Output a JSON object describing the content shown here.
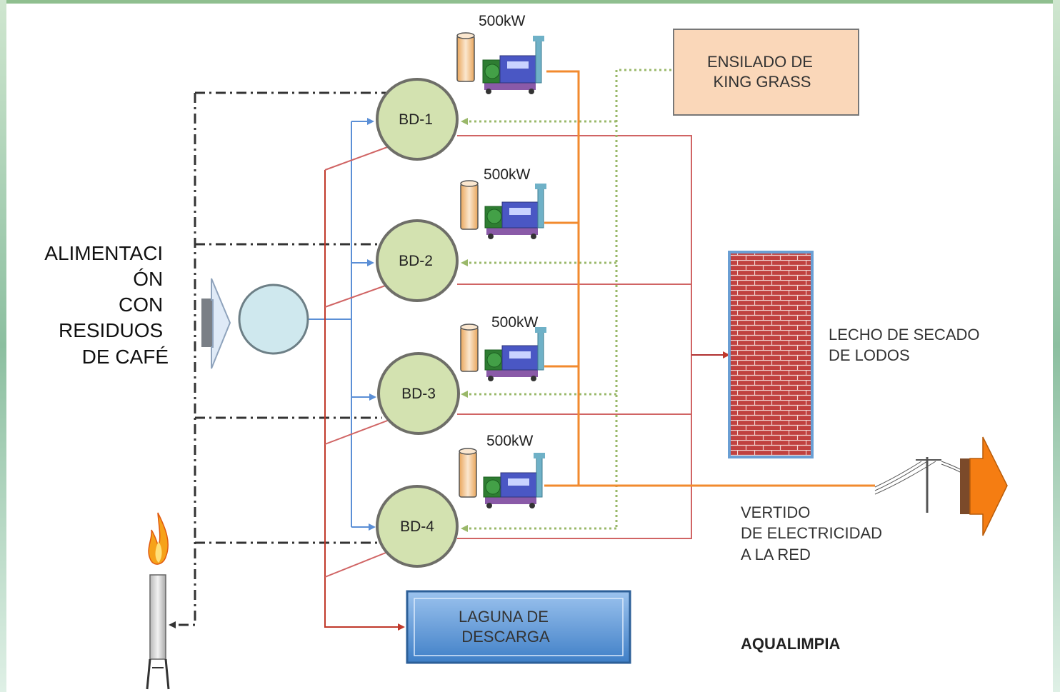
{
  "feed_label": [
    "ALIMENTACI",
    "ÓN",
    "CON",
    "RESIDUOS",
    "DE CAFÉ"
  ],
  "digesters": [
    {
      "label": "BD-1",
      "generator_power": "500kW"
    },
    {
      "label": "BD-2",
      "generator_power": "500kW"
    },
    {
      "label": "BD-3",
      "generator_power": "500kW"
    },
    {
      "label": "BD-4",
      "generator_power": "500kW"
    }
  ],
  "silage_box": {
    "lines": [
      "ENSILADO DE",
      "KING GRASS"
    ]
  },
  "drying_bed": {
    "lines": [
      "LECHO DE SECADO",
      "DE LODOS"
    ]
  },
  "lagoon": {
    "lines": [
      "LAGUNA DE",
      "DESCARGA"
    ]
  },
  "grid_export": {
    "lines": [
      "VERTIDO",
      "DE ELECTRICIDAD",
      "A LA RED"
    ]
  },
  "brand": "AQUALIMPIA",
  "colors": {
    "top_border": "#8fbf8f",
    "digester_fill": "#d3e2b0",
    "feed_tank_fill": "#cfe8ee",
    "silage_fill": "#fad7b9",
    "brick_fill": "#c0413f",
    "lagoon_fill": "#5f9ad8",
    "electric_line": "#f28a2e",
    "sludge_line": "#d06464",
    "feed_line": "#5b8fd6",
    "silage_line": "#9ab86a",
    "gas_line": "#333333",
    "grid_arrow": "#f57d12"
  },
  "icons": [
    "flare-flame-icon",
    "generator-icon",
    "gas-tank-icon",
    "power-pole-icon",
    "input-arrow-icon",
    "output-arrow-icon"
  ]
}
